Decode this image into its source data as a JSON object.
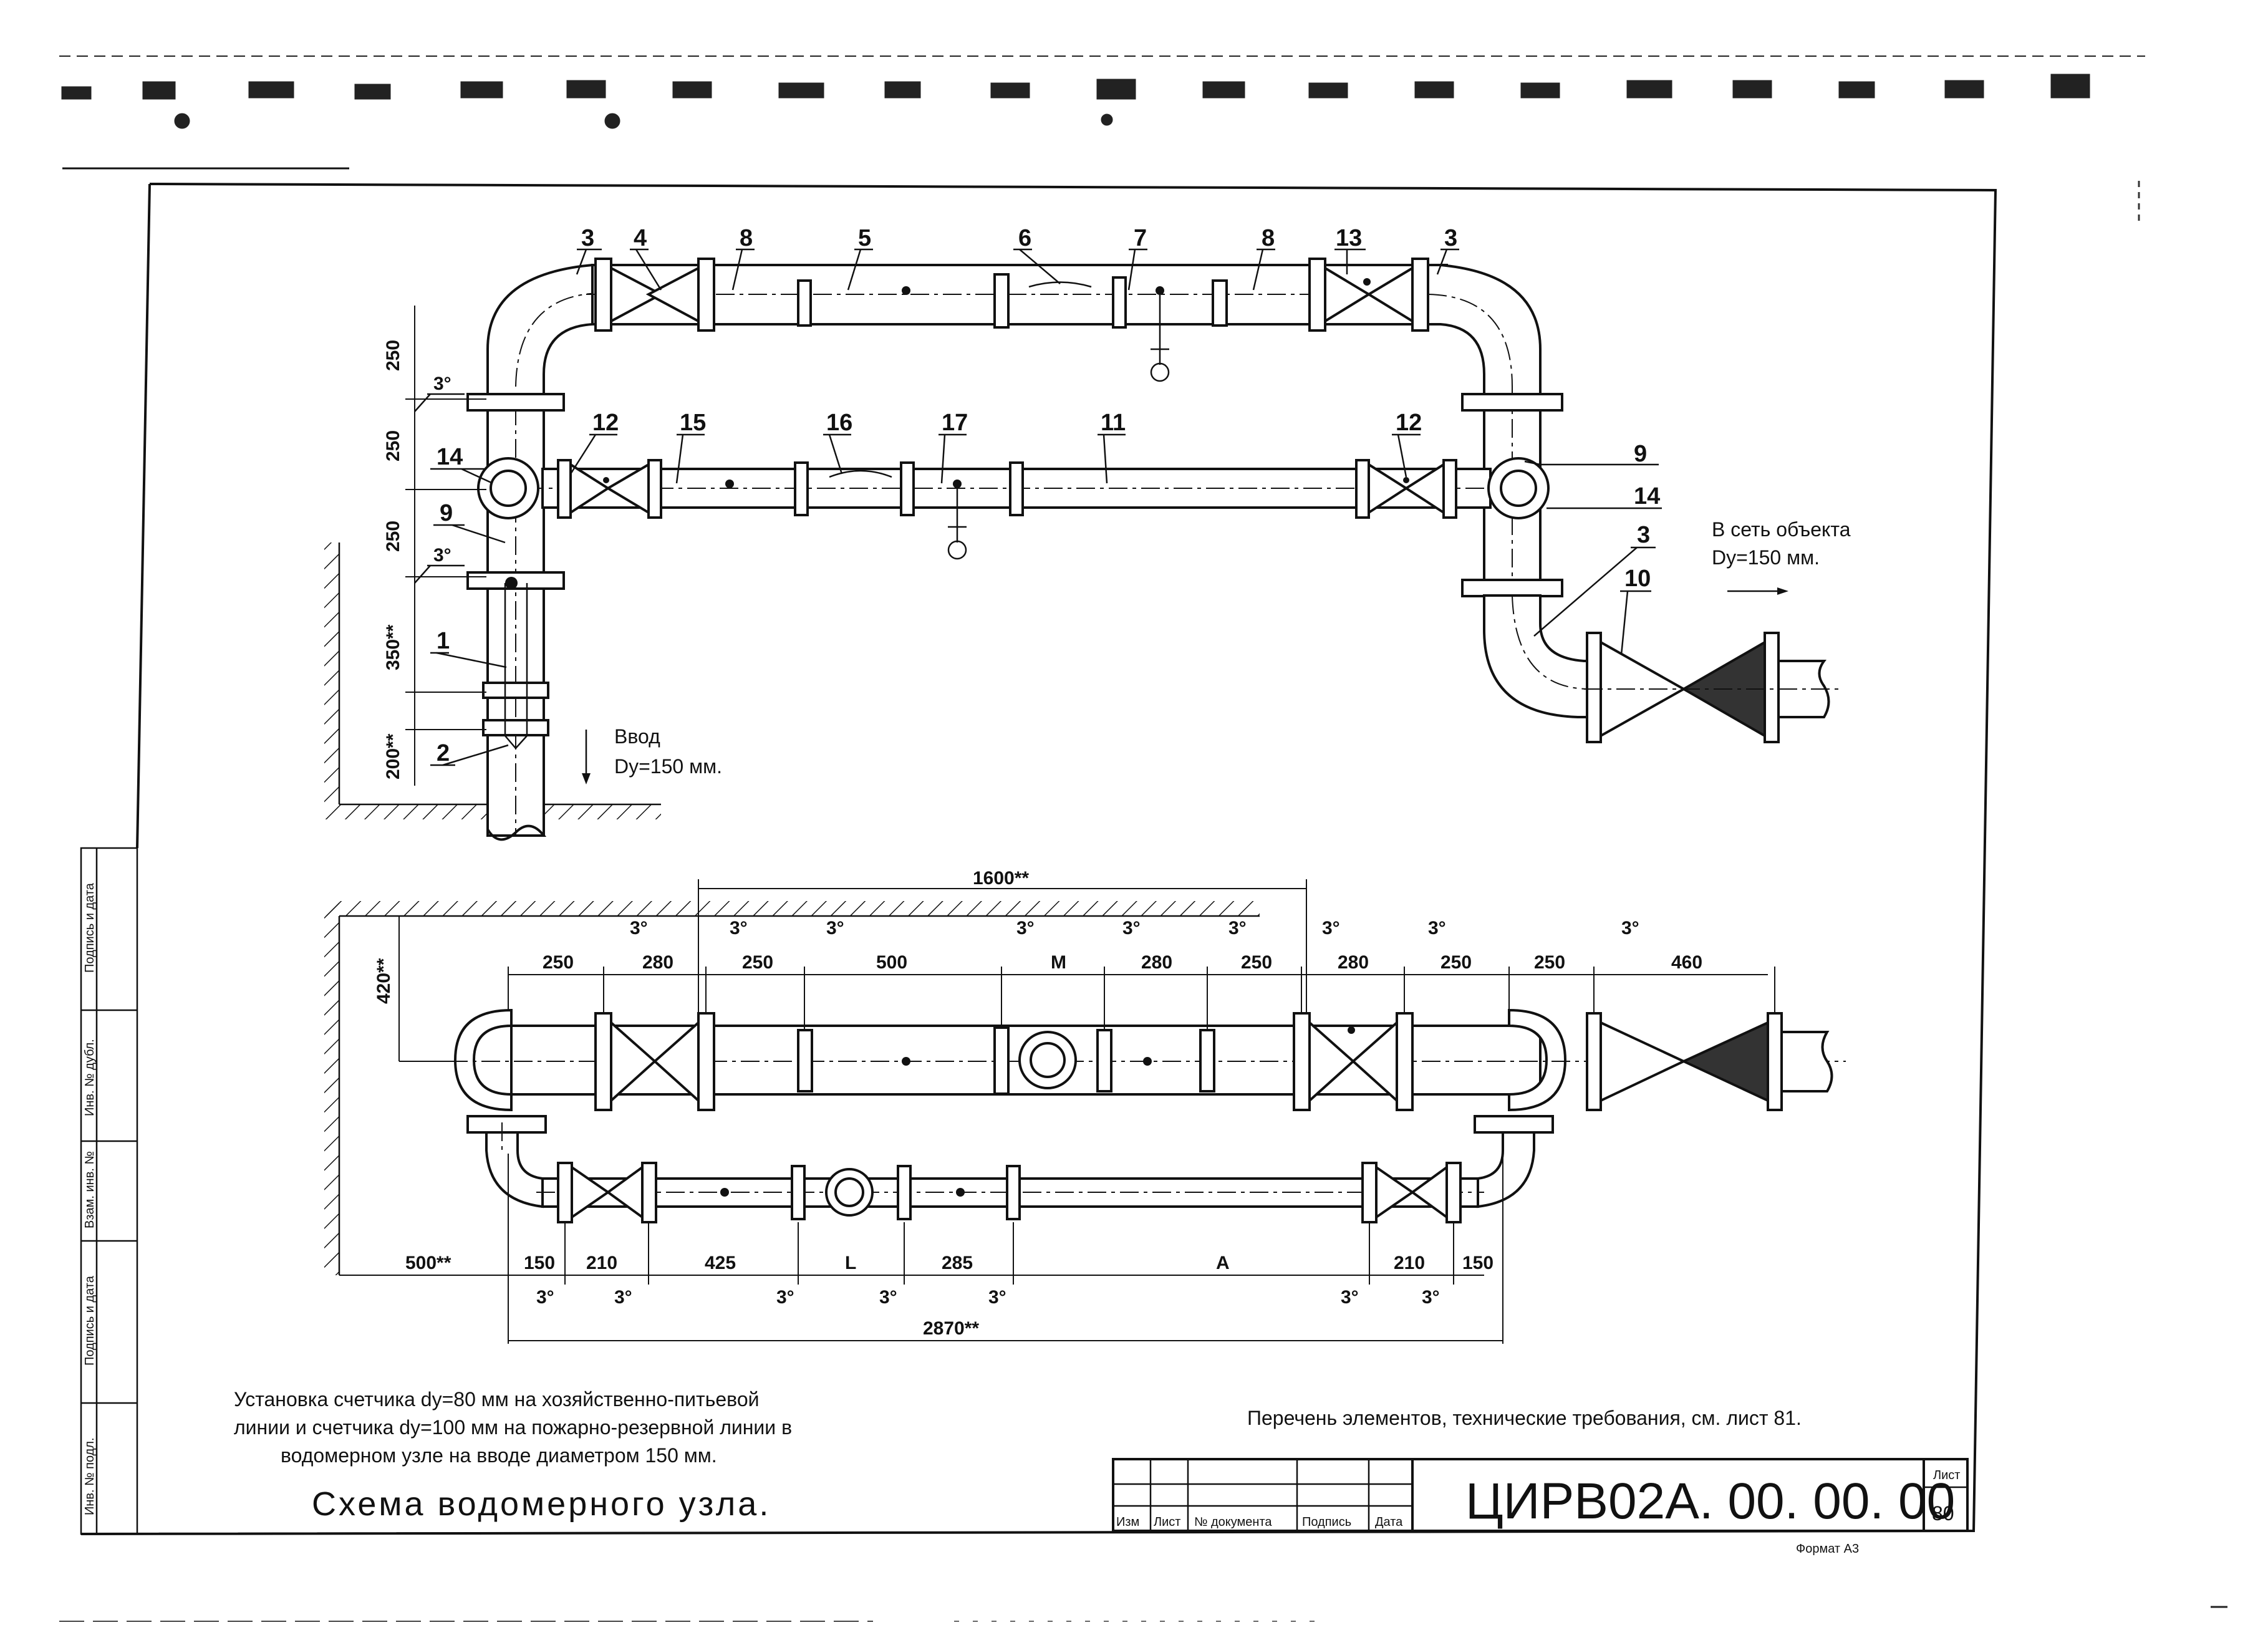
{
  "callouts": {
    "top": [
      "3",
      "4",
      "8",
      "5",
      "6",
      "7",
      "8",
      "13",
      "3"
    ],
    "mid": [
      "12",
      "15",
      "16",
      "17",
      "11",
      "12"
    ],
    "left": [
      "14",
      "9",
      "1",
      "2"
    ],
    "right": [
      "9",
      "14",
      "3",
      "10"
    ]
  },
  "angle_mark": "3°",
  "left_vertical_dims": [
    "250",
    "250",
    "250",
    "350**",
    "200**"
  ],
  "inlet_label": {
    "line1": "Ввод",
    "line2": "Dy=150 мм."
  },
  "outlet_label": {
    "line1": "В сеть объекта",
    "line2": "Dy=150 мм."
  },
  "plan_dims": {
    "overall_top": "1600**",
    "top_row": [
      "250",
      "280",
      "250",
      "500",
      "M",
      "280",
      "250",
      "280",
      "250",
      "250",
      "460"
    ],
    "depth": "420**",
    "bottom_row": [
      "500**",
      "150",
      "210",
      "425",
      "L",
      "285",
      "A",
      "210",
      "150"
    ],
    "overall_bottom": "2870**"
  },
  "notes": {
    "install": [
      "Установка счетчика dy=80 мм на хозяйственно-питьевой",
      "линии и счетчика dy=100 мм на пожарно-резервной линии в",
      "водомерном узле на вводе диаметром 150 мм."
    ],
    "reference": "Перечень элементов, технические требования, см. лист 81.",
    "title": "Схема водомерного узла."
  },
  "stamp": {
    "columns": [
      "Изм",
      "Лист",
      "№ документа",
      "Подпись",
      "Дата"
    ],
    "code": "ЦИРВ02А. 00. 00. 00",
    "sheet_label": "Лист",
    "sheet_number": "80",
    "format": "Формат А3"
  },
  "side_stamp": [
    "Подпись и дата",
    "Инв. № дубл.",
    "Взам. инв. №",
    "Подпись и дата",
    "Инв. № подл."
  ]
}
